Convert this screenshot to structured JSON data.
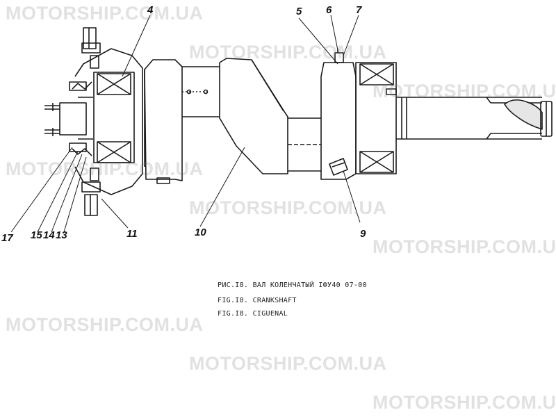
{
  "watermark": "MOTORSHIP.COM.UA",
  "colors": {
    "ink": "#1a1a1a",
    "watermark": "#b8b8b8",
    "background": "#ffffff"
  },
  "callouts": {
    "c4": "4",
    "c5": "5",
    "c6": "6",
    "c7": "7",
    "c9": "9",
    "c10": "10",
    "c11": "11",
    "c13": "13",
    "c14": "14",
    "c15": "15",
    "c17": "17"
  },
  "captions": {
    "ru": "РИС.I8. ВАЛ КОЛЕНЧАТЫЙ IФУ40 07-00",
    "en": "FIG.I8. CRANKSHAFT",
    "fr": "FIG.I8. CIGUENAL"
  }
}
